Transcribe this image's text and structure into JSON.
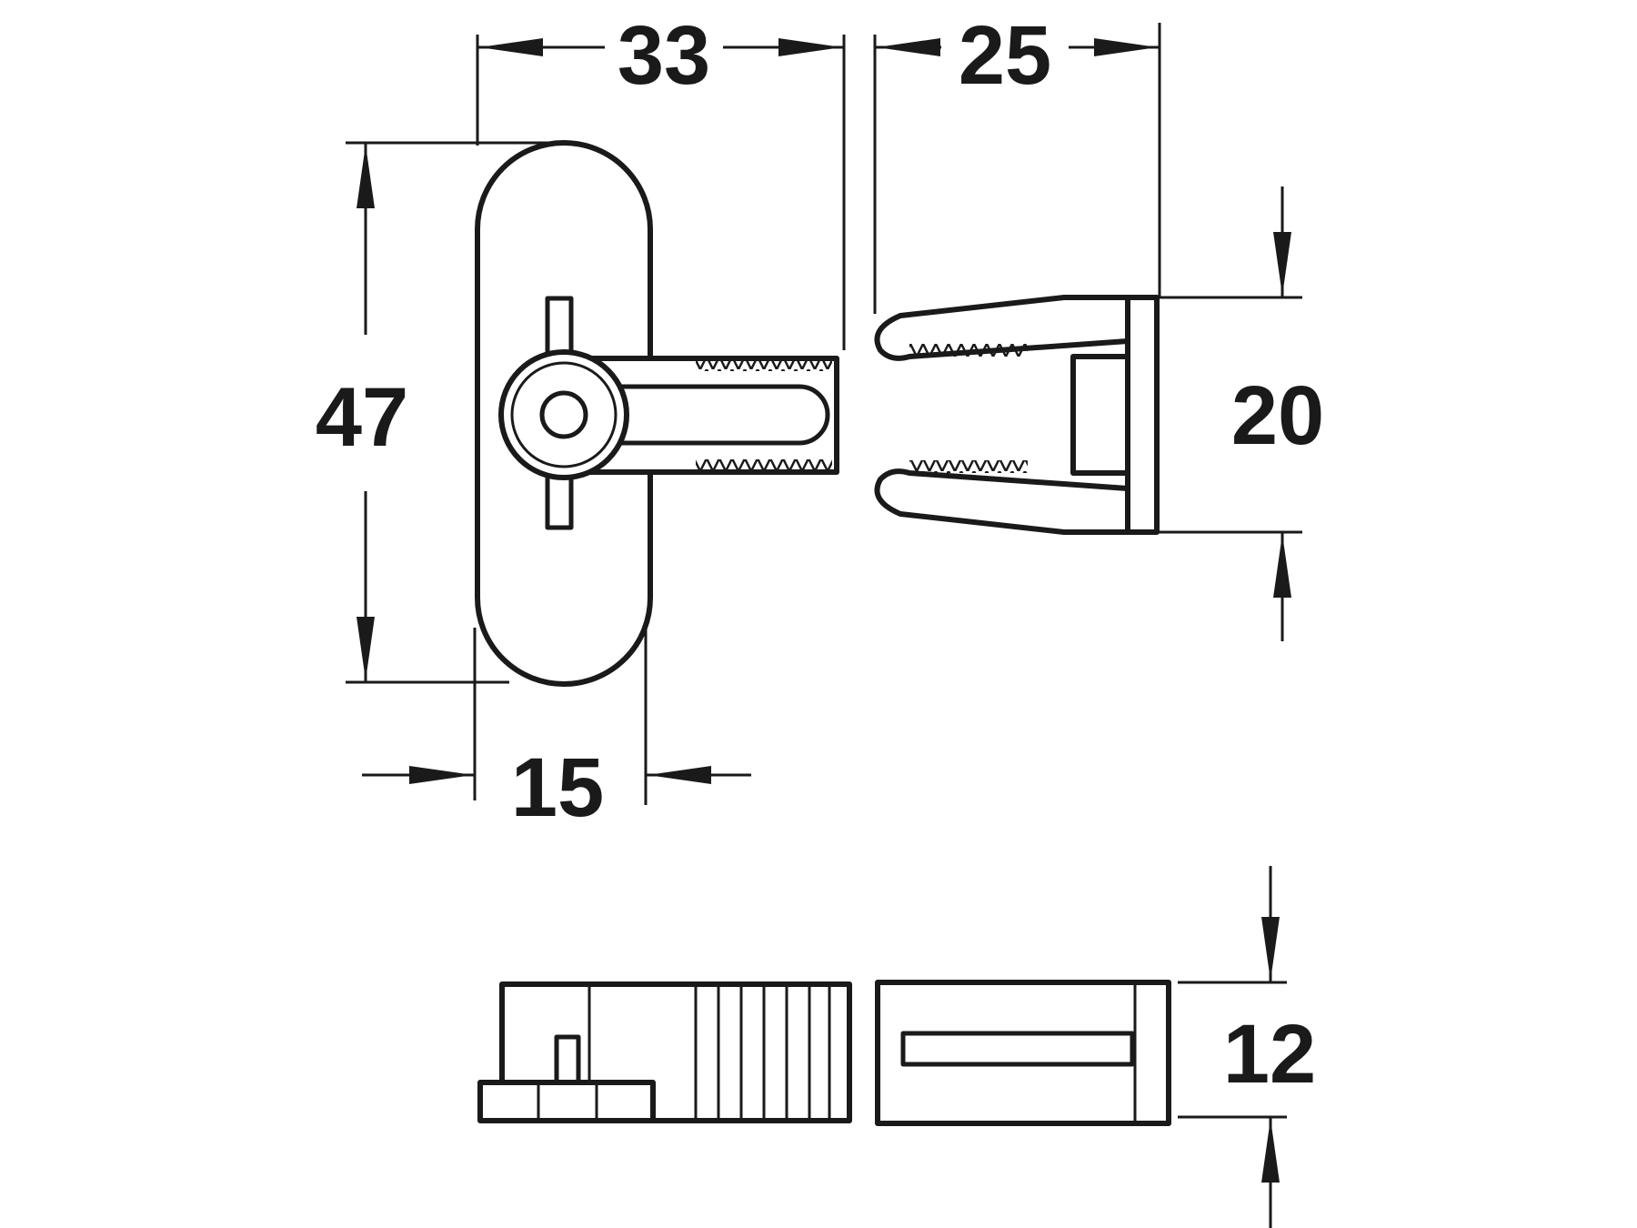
{
  "dimensions": {
    "width_33": "33",
    "width_25": "25",
    "height_47": "47",
    "width_15": "15",
    "height_20": "20",
    "height_12": "12"
  }
}
